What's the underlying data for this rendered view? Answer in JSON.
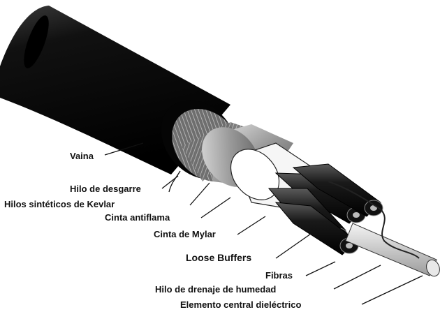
{
  "labels": {
    "vaina": "Vaina",
    "hilo_desgarre": "Hilo de desgarre",
    "hilos_kevlar": "Hilos sintéticos de Kevlar",
    "cinta_antiflama": "Cinta antiflama",
    "cinta_mylar": "Cinta de Mylar",
    "loose_buffers": "Loose Buffers",
    "fibras": "Fibras",
    "hilo_drenaje": "Hilo de drenaje de humedad",
    "elemento_central": "Elemento central dieléctrico"
  },
  "colors": {
    "sheath": "#0a0a0a",
    "kevlar": "#8a8a8a",
    "foil": "#c8c8c8",
    "mylar": "#ffffff",
    "tube": "#141414",
    "core": "#dcdcdc",
    "text": "#111111"
  }
}
